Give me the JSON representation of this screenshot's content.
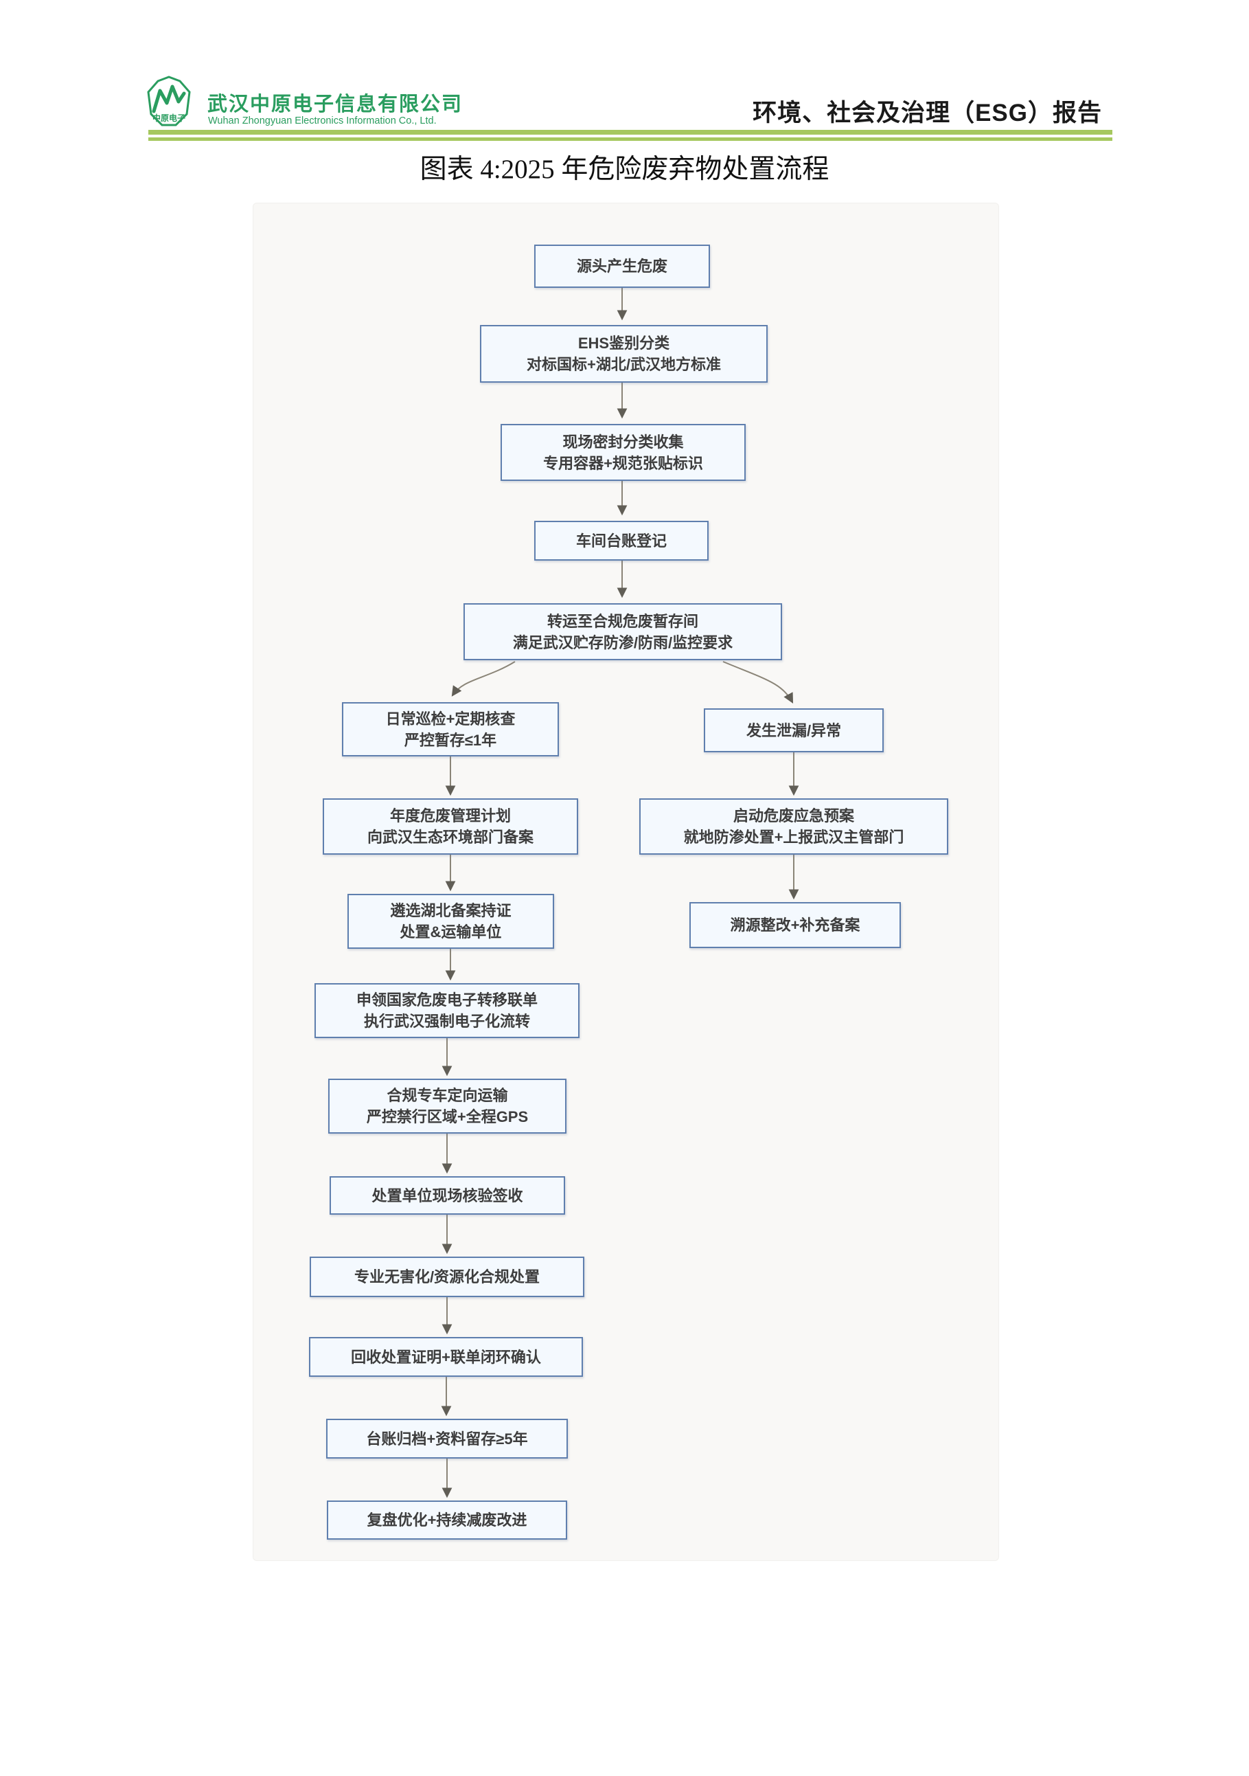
{
  "header": {
    "logo_badge_text": "中原电子",
    "company_name_cn": "武汉中原电子信息有限公司",
    "company_name_en": "Wuhan Zhongyuan Electronics Information Co., Ltd.",
    "report_title": "环境、社会及治理（ESG）报告",
    "brand_green": "#2a9d5f",
    "rule_green": "#a6c85f"
  },
  "figure": {
    "caption": "图表 4:2025 年危险废弃物处置流程"
  },
  "flowchart": {
    "node_fill": "#f4f9fe",
    "node_border": "#5f7fae",
    "arrow_color": "#8b8578",
    "nodes": [
      {
        "line1": "源头产生危废",
        "line2": ""
      },
      {
        "line1": "EHS鉴别分类",
        "line2": "对标国标+湖北/武汉地方标准"
      },
      {
        "line1": "现场密封分类收集",
        "line2": "专用容器+规范张贴标识"
      },
      {
        "line1": "车间台账登记",
        "line2": ""
      },
      {
        "line1": "转运至合规危废暂存间",
        "line2": "满足武汉贮存防渗/防雨/监控要求"
      },
      {
        "line1": "日常巡检+定期核查",
        "line2": "严控暂存≤1年"
      },
      {
        "line1": "发生泄漏/异常",
        "line2": ""
      },
      {
        "line1": "年度危废管理计划",
        "line2": "向武汉生态环境部门备案"
      },
      {
        "line1": "启动危废应急预案",
        "line2": "就地防渗处置+上报武汉主管部门"
      },
      {
        "line1": "遴选湖北备案持证",
        "line2": "处置&运输单位"
      },
      {
        "line1": "溯源整改+补充备案",
        "line2": ""
      },
      {
        "line1": "申领国家危废电子转移联单",
        "line2": "执行武汉强制电子化流转"
      },
      {
        "line1": "合规专车定向运输",
        "line2": "严控禁行区域+全程GPS"
      },
      {
        "line1": "处置单位现场核验签收",
        "line2": ""
      },
      {
        "line1": "专业无害化/资源化合规处置",
        "line2": ""
      },
      {
        "line1": "回收处置证明+联单闭环确认",
        "line2": ""
      },
      {
        "line1": "台账归档+资料留存≥5年",
        "line2": ""
      },
      {
        "line1": "复盘优化+持续减废改进",
        "line2": ""
      }
    ]
  }
}
